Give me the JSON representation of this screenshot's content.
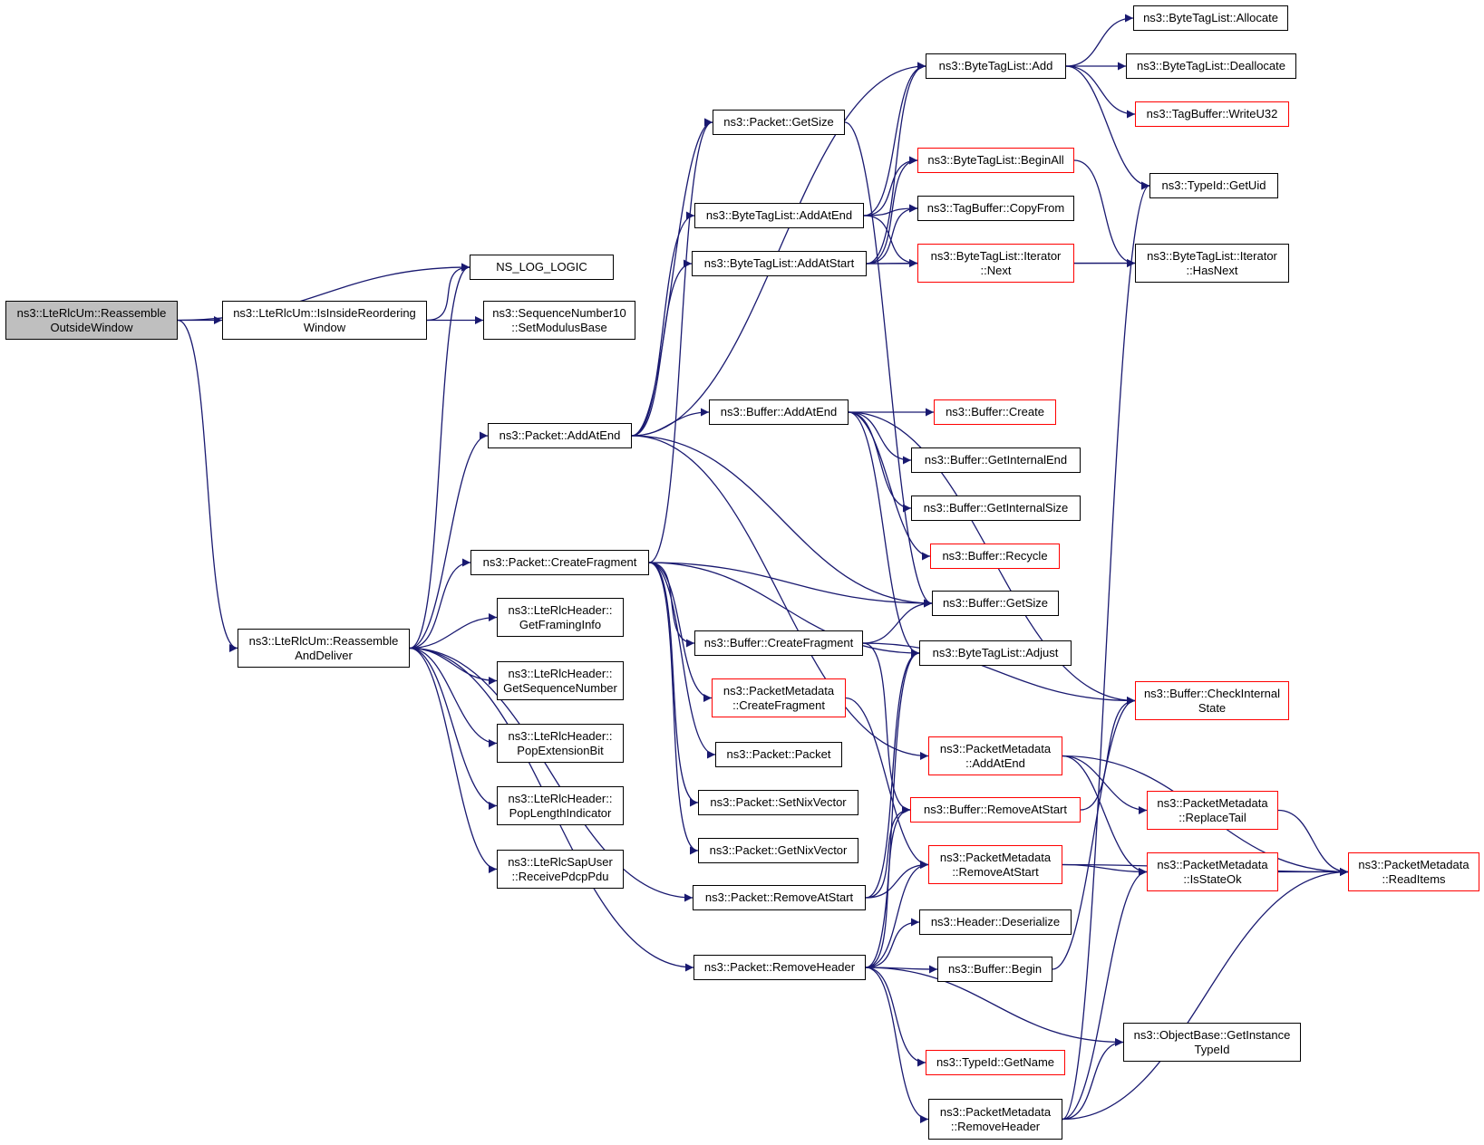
{
  "colors": {
    "edge": "#191970",
    "node_border": "#000000",
    "external_border": "#ff0000",
    "root_fill": "#bfbfbf"
  },
  "nodes": {
    "n1": [
      "ns3::LteRlcUm::Reassemble",
      "OutsideWindow"
    ],
    "n2": [
      "NS_LOG_LOGIC"
    ],
    "n3": [
      "ns3::LteRlcUm::IsInsideReordering",
      "Window"
    ],
    "n4": [
      "ns3::SequenceNumber10",
      "::SetModulusBase"
    ],
    "n5": [
      "ns3::LteRlcUm::Reassemble",
      "AndDeliver"
    ],
    "n6": [
      "ns3::Packet::AddAtEnd"
    ],
    "n7": [
      "ns3::Packet::CreateFragment"
    ],
    "n8": [
      "ns3::LteRlcHeader::",
      "GetFramingInfo"
    ],
    "n9": [
      "ns3::LteRlcHeader::",
      "GetSequenceNumber"
    ],
    "n10": [
      "ns3::LteRlcHeader::",
      "PopExtensionBit"
    ],
    "n11": [
      "ns3::LteRlcHeader::",
      "PopLengthIndicator"
    ],
    "n12": [
      "ns3::LteRlcSapUser",
      "::ReceivePdcpPdu"
    ],
    "n13": [
      "ns3::Packet::GetSize"
    ],
    "n14": [
      "ns3::ByteTagList::AddAtEnd"
    ],
    "n15": [
      "ns3::ByteTagList::AddAtStart"
    ],
    "n16": [
      "ns3::Buffer::AddAtEnd"
    ],
    "n17": [
      "ns3::Buffer::CreateFragment"
    ],
    "n18": [
      "ns3::PacketMetadata",
      "::CreateFragment"
    ],
    "n19": [
      "ns3::Packet::Packet"
    ],
    "n20": [
      "ns3::Packet::SetNixVector"
    ],
    "n21": [
      "ns3::Packet::GetNixVector"
    ],
    "n22": [
      "ns3::Packet::RemoveAtStart"
    ],
    "n23": [
      "ns3::Packet::RemoveHeader"
    ],
    "n24": [
      "ns3::ByteTagList::Add"
    ],
    "n25": [
      "ns3::ByteTagList::BeginAll"
    ],
    "n26": [
      "ns3::TagBuffer::CopyFrom"
    ],
    "n27": [
      "ns3::ByteTagList::Iterator",
      "::Next"
    ],
    "n28": [
      "ns3::Buffer::Create"
    ],
    "n29": [
      "ns3::Buffer::GetInternalEnd"
    ],
    "n30": [
      "ns3::Buffer::GetInternalSize"
    ],
    "n31": [
      "ns3::Buffer::Recycle"
    ],
    "n32": [
      "ns3::Buffer::GetSize"
    ],
    "n33": [
      "ns3::ByteTagList::Adjust"
    ],
    "n34": [
      "ns3::PacketMetadata",
      "::AddAtEnd"
    ],
    "n35": [
      "ns3::Buffer::RemoveAtStart"
    ],
    "n36": [
      "ns3::PacketMetadata",
      "::RemoveAtStart"
    ],
    "n37": [
      "ns3::Header::Deserialize"
    ],
    "n38": [
      "ns3::Buffer::Begin"
    ],
    "n39": [
      "ns3::TypeId::GetName"
    ],
    "n40": [
      "ns3::PacketMetadata",
      "::RemoveHeader"
    ],
    "n41": [
      "ns3::ByteTagList::Allocate"
    ],
    "n42": [
      "ns3::ByteTagList::Deallocate"
    ],
    "n43": [
      "ns3::TagBuffer::WriteU32"
    ],
    "n44": [
      "ns3::TypeId::GetUid"
    ],
    "n45": [
      "ns3::ByteTagList::Iterator",
      "::HasNext"
    ],
    "n46": [
      "ns3::Buffer::CheckInternal",
      "State"
    ],
    "n47": [
      "ns3::PacketMetadata",
      "::ReplaceTail"
    ],
    "n48": [
      "ns3::PacketMetadata",
      "::IsStateOk"
    ],
    "n49": [
      "ns3::ObjectBase::GetInstance",
      "TypeId"
    ],
    "n50": [
      "ns3::PacketMetadata",
      "::ReadItems"
    ]
  }
}
